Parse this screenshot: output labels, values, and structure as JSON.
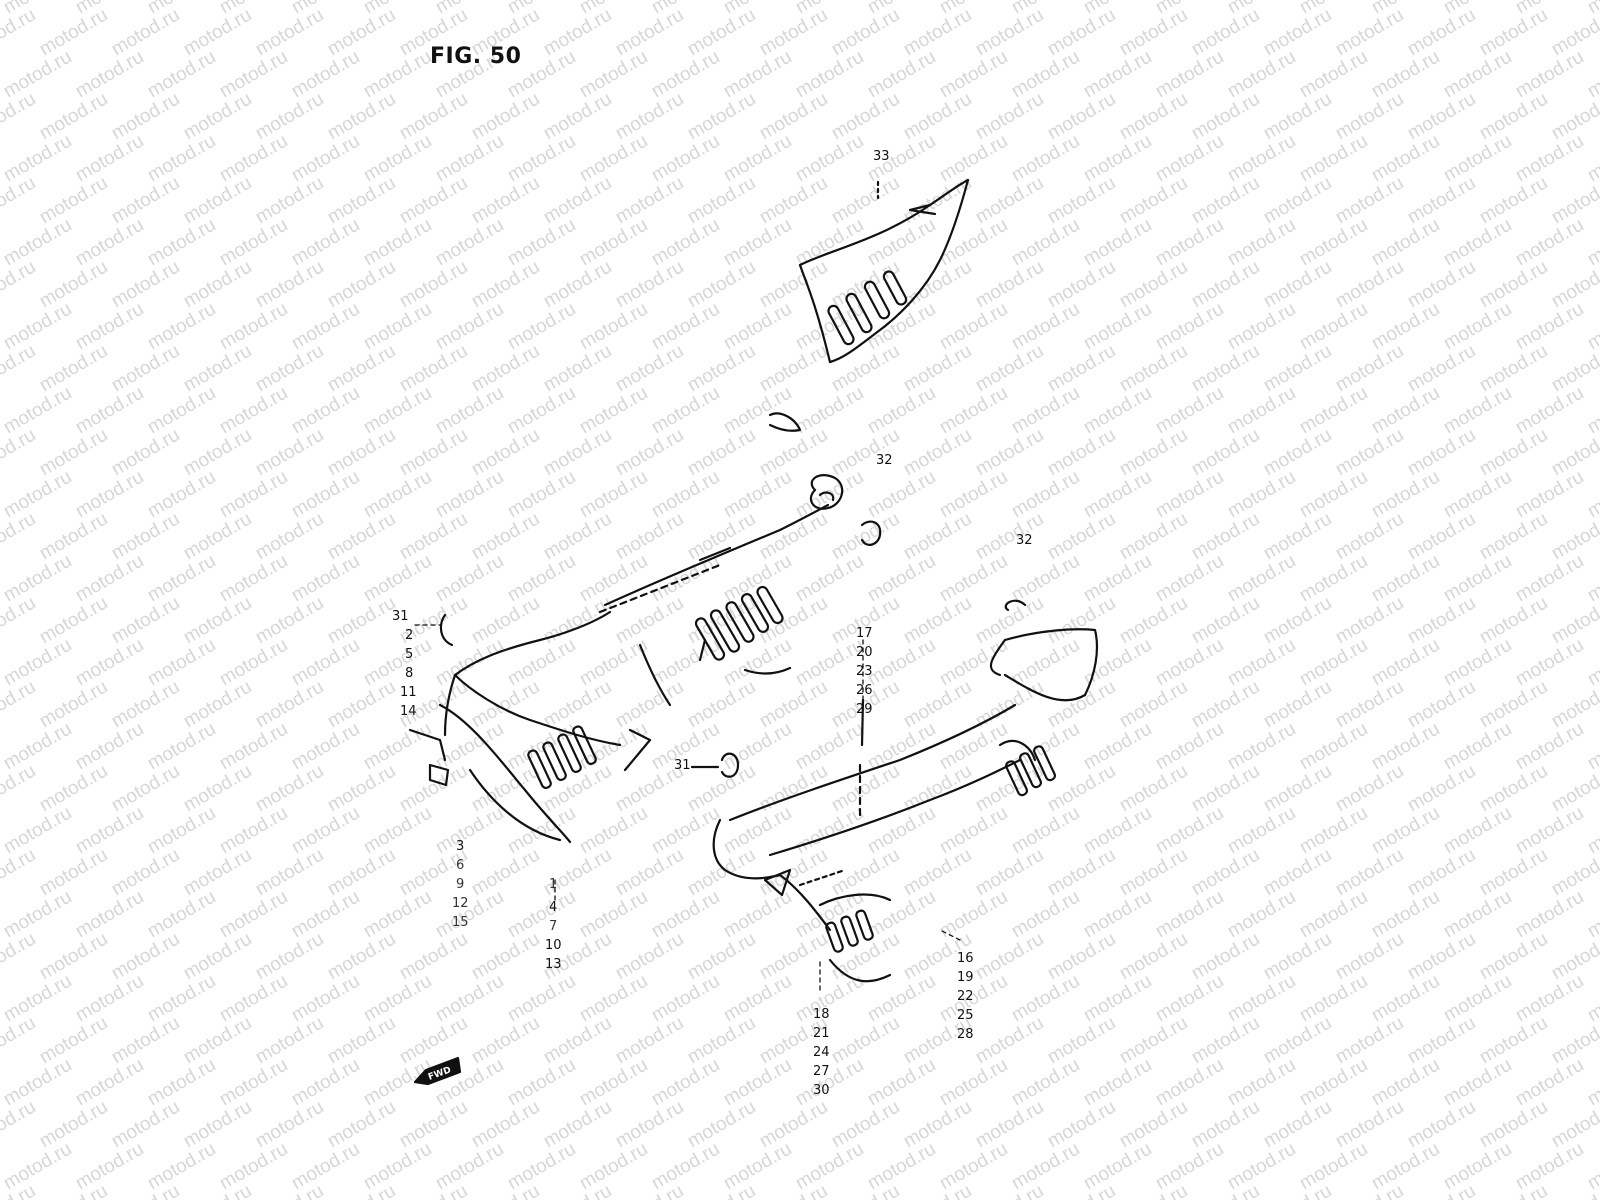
{
  "figure": {
    "title": "FIG. 50",
    "watermark": "motod.ru",
    "fwd_label": "FWD"
  },
  "callouts": [
    {
      "id": "c33",
      "text": "33"
    },
    {
      "id": "c32a",
      "text": "32"
    },
    {
      "id": "c32b",
      "text": "32"
    },
    {
      "id": "c31a",
      "text": "31"
    },
    {
      "id": "c2",
      "text": "2"
    },
    {
      "id": "c5",
      "text": "5"
    },
    {
      "id": "c8",
      "text": "8"
    },
    {
      "id": "c11",
      "text": "11"
    },
    {
      "id": "c14",
      "text": "14"
    },
    {
      "id": "c17",
      "text": "17"
    },
    {
      "id": "c20",
      "text": "20"
    },
    {
      "id": "c23",
      "text": "23"
    },
    {
      "id": "c26",
      "text": "26"
    },
    {
      "id": "c29",
      "text": "29"
    },
    {
      "id": "c31b",
      "text": "31"
    },
    {
      "id": "c3",
      "text": "3"
    },
    {
      "id": "c6",
      "text": "6"
    },
    {
      "id": "c9",
      "text": "9"
    },
    {
      "id": "c12",
      "text": "12"
    },
    {
      "id": "c15",
      "text": "15"
    },
    {
      "id": "c1",
      "text": "1"
    },
    {
      "id": "c4",
      "text": "4"
    },
    {
      "id": "c7",
      "text": "7"
    },
    {
      "id": "c10",
      "text": "10"
    },
    {
      "id": "c13",
      "text": "13"
    },
    {
      "id": "c16",
      "text": "16"
    },
    {
      "id": "c19",
      "text": "19"
    },
    {
      "id": "c22",
      "text": "22"
    },
    {
      "id": "c25",
      "text": "25"
    },
    {
      "id": "c28",
      "text": "28"
    },
    {
      "id": "c18",
      "text": "18"
    },
    {
      "id": "c21",
      "text": "21"
    },
    {
      "id": "c24",
      "text": "24"
    },
    {
      "id": "c27",
      "text": "27"
    },
    {
      "id": "c30",
      "text": "30"
    }
  ],
  "colors": {
    "ink": "#111111",
    "watermark": "#d6d6d6",
    "background": "#ffffff"
  }
}
